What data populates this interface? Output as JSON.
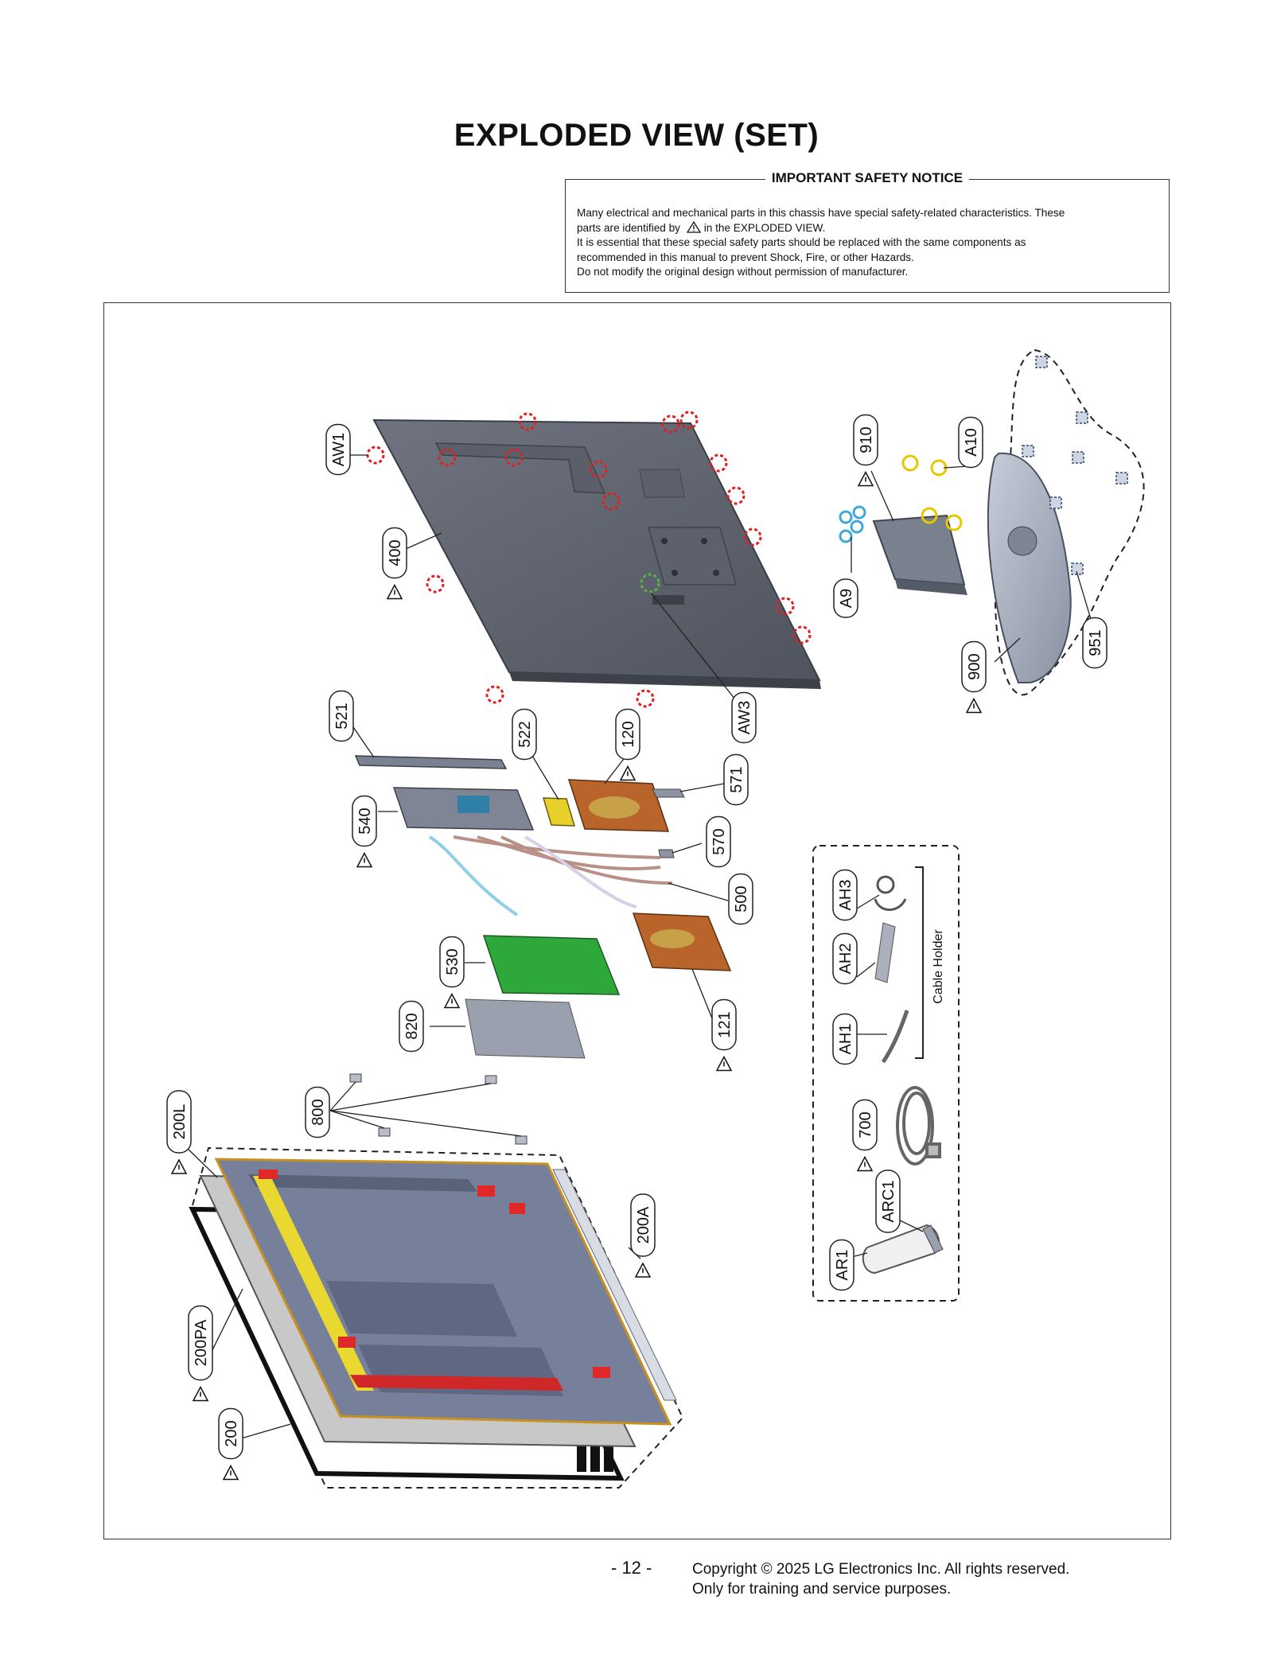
{
  "page": {
    "title": "EXPLODED VIEW (SET)",
    "page_number": "- 12 -",
    "copyright_line1": "Copyright © 2025 LG Electronics Inc. All rights reserved.",
    "copyright_line2": "Only for training and service purposes."
  },
  "notice": {
    "heading": "IMPORTANT SAFETY NOTICE",
    "line1": "Many electrical and mechanical parts in this chassis have special safety-related characteristics. These",
    "line2a": "parts are identified by",
    "line2b": "in the EXPLODED VIEW.",
    "line3": "It is essential that these special safety parts should be replaced with the same components as",
    "line4": "recommended in this manual to prevent Shock, Fire, or other Hazards.",
    "line5": "Do not modify the original design without permission of manufacturer."
  },
  "accessories": {
    "cable_holder_label": "Cable Holder"
  },
  "parts": [
    {
      "id": "AW1",
      "safety": false
    },
    {
      "id": "400",
      "safety": true
    },
    {
      "id": "AW3",
      "safety": false
    },
    {
      "id": "910",
      "safety": true
    },
    {
      "id": "A10",
      "safety": false
    },
    {
      "id": "A9",
      "safety": false
    },
    {
      "id": "900",
      "safety": true
    },
    {
      "id": "951",
      "safety": false
    },
    {
      "id": "521",
      "safety": false
    },
    {
      "id": "522",
      "safety": false
    },
    {
      "id": "120",
      "safety": true
    },
    {
      "id": "571",
      "safety": false
    },
    {
      "id": "540",
      "safety": true
    },
    {
      "id": "570",
      "safety": false
    },
    {
      "id": "500",
      "safety": false
    },
    {
      "id": "530",
      "safety": true
    },
    {
      "id": "121",
      "safety": true
    },
    {
      "id": "820",
      "safety": false
    },
    {
      "id": "800",
      "safety": false
    },
    {
      "id": "200L",
      "safety": true
    },
    {
      "id": "200A",
      "safety": true
    },
    {
      "id": "200PA",
      "safety": true
    },
    {
      "id": "200",
      "safety": true
    },
    {
      "id": "AH3",
      "safety": false
    },
    {
      "id": "AH2",
      "safety": false
    },
    {
      "id": "AH1",
      "safety": false
    },
    {
      "id": "700",
      "safety": true
    },
    {
      "id": "ARC1",
      "safety": false
    },
    {
      "id": "AR1",
      "safety": false
    }
  ]
}
